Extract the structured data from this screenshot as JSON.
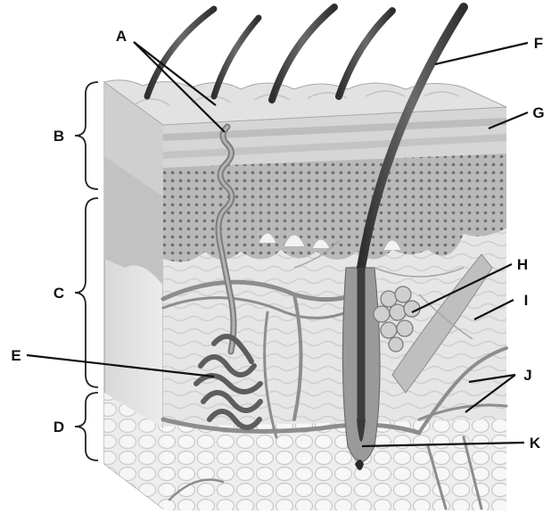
{
  "labels": {
    "A": "A",
    "B": "B",
    "C": "C",
    "D": "D",
    "E": "E",
    "F": "F",
    "G": "G",
    "H": "H",
    "I": "I",
    "J": "J",
    "K": "K"
  },
  "colors": {
    "epidermis_top": "#c9c9c9",
    "epidermis_dots": "#8f8f8f",
    "dermis": "#e4e4e4",
    "hypodermis": "#efefef",
    "vessel": "#8a8a8a",
    "hair": "#4a4a4a",
    "gland": "#6e6e6e"
  }
}
